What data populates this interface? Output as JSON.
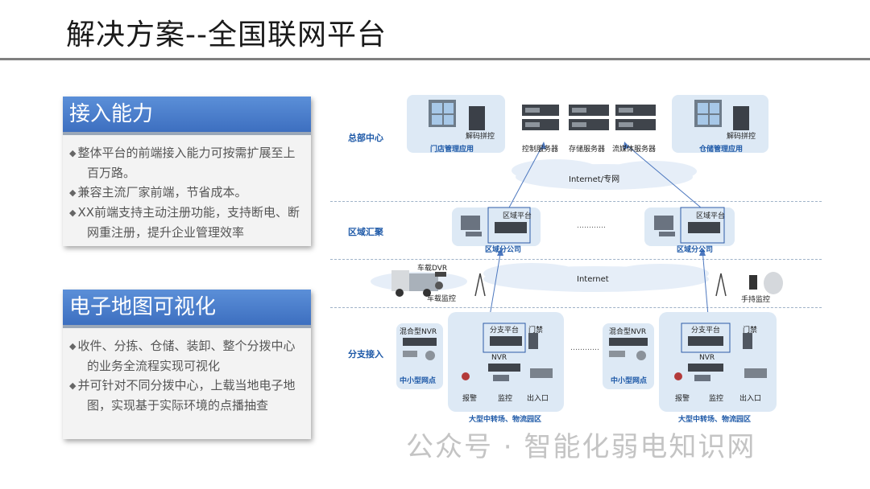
{
  "title": "解决方案--全国联网平台",
  "cards": [
    {
      "heading": "接入能力",
      "bullets": [
        "整体平台的前端接入能力可按需扩展至上百万路。",
        "兼容主流厂家前端，节省成本。",
        "XX前端支持主动注册功能，支持断电、断网重注册，提升企业管理效率"
      ]
    },
    {
      "heading": "电子地图可视化",
      "bullets": [
        "收件、分拣、仓储、装卸、整个分拨中心的业务全流程实现可视化",
        "并可针对不同分拨中心，上载当地电子地图，实现基于实际环境的点播抽查"
      ]
    }
  ],
  "diagram": {
    "zones": [
      "总部中心",
      "区域汇聚",
      "分支接入"
    ],
    "hq": {
      "left_group": {
        "device": "解码拼控",
        "label": "门店管理应用"
      },
      "servers": [
        "控制服务器",
        "存储服务器",
        "流媒体服务器"
      ],
      "right_group": {
        "device": "解码拼控",
        "label": "仓储管理应用"
      }
    },
    "cloud_top": "Internet/专网",
    "region": {
      "left": {
        "platform": "区域平台",
        "label": "区域分公司"
      },
      "right": {
        "platform": "区域平台",
        "label": "区域分公司"
      },
      "ellipsis": "…………"
    },
    "cloud_mid": "Internet",
    "vehicle": {
      "dvr": "车载DVR",
      "monitor": "车载监控"
    },
    "handheld": "手持监控",
    "branch": {
      "small_site": {
        "nvr": "混合型NVR",
        "label": "中小型网点"
      },
      "large_site": {
        "platform": "分支平台",
        "door": "门禁",
        "nvr": "NVR",
        "alarm": "报警",
        "monitor": "监控",
        "entrance": "出入口",
        "label": "大型中转场、物流园区"
      },
      "ellipsis": "…………"
    }
  },
  "watermark": "公众号 · 智能化弱电知识网"
}
